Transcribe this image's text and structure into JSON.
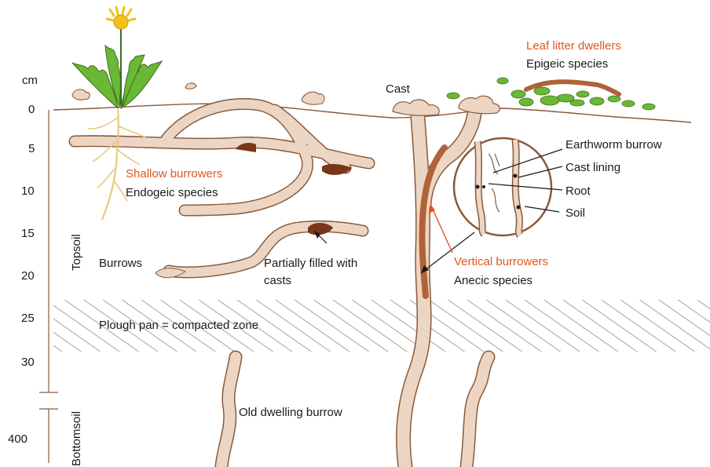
{
  "depth_axis": {
    "unit": "cm",
    "ticks": [
      "0",
      "5",
      "10",
      "15",
      "20",
      "25",
      "30",
      "400"
    ],
    "topsoil_label": "Topsoil",
    "bottomsoil_label": "Bottomsoil"
  },
  "labels": {
    "cast": "Cast",
    "leaf_litter_title": "Leaf litter dwellers",
    "leaf_litter_sub": "Epigeic species",
    "shallow_title": "Shallow burrowers",
    "shallow_sub": "Endogeic species",
    "burrows": "Burrows",
    "partially_filled_line1": "Partially filled with",
    "partially_filled_line2": "casts",
    "vertical_title": "Vertical burrowers",
    "vertical_sub": "Anecic species",
    "plough_pan": "Plough pan = compacted zone",
    "old_burrow": "Old dwelling burrow",
    "earthworm_burrow": "Earthworm burrow",
    "cast_lining": "Cast lining",
    "root": "Root",
    "soil": "Soil"
  },
  "colors": {
    "accent_orange": "#e0561c",
    "burrow_fill": "#ecd6c3",
    "burrow_edge": "#8a5a3c",
    "cast_brown": "#7a3618",
    "leaf_green": "#6ab834",
    "worm_brown": "#b0623a",
    "hatch": "#6b5848"
  }
}
